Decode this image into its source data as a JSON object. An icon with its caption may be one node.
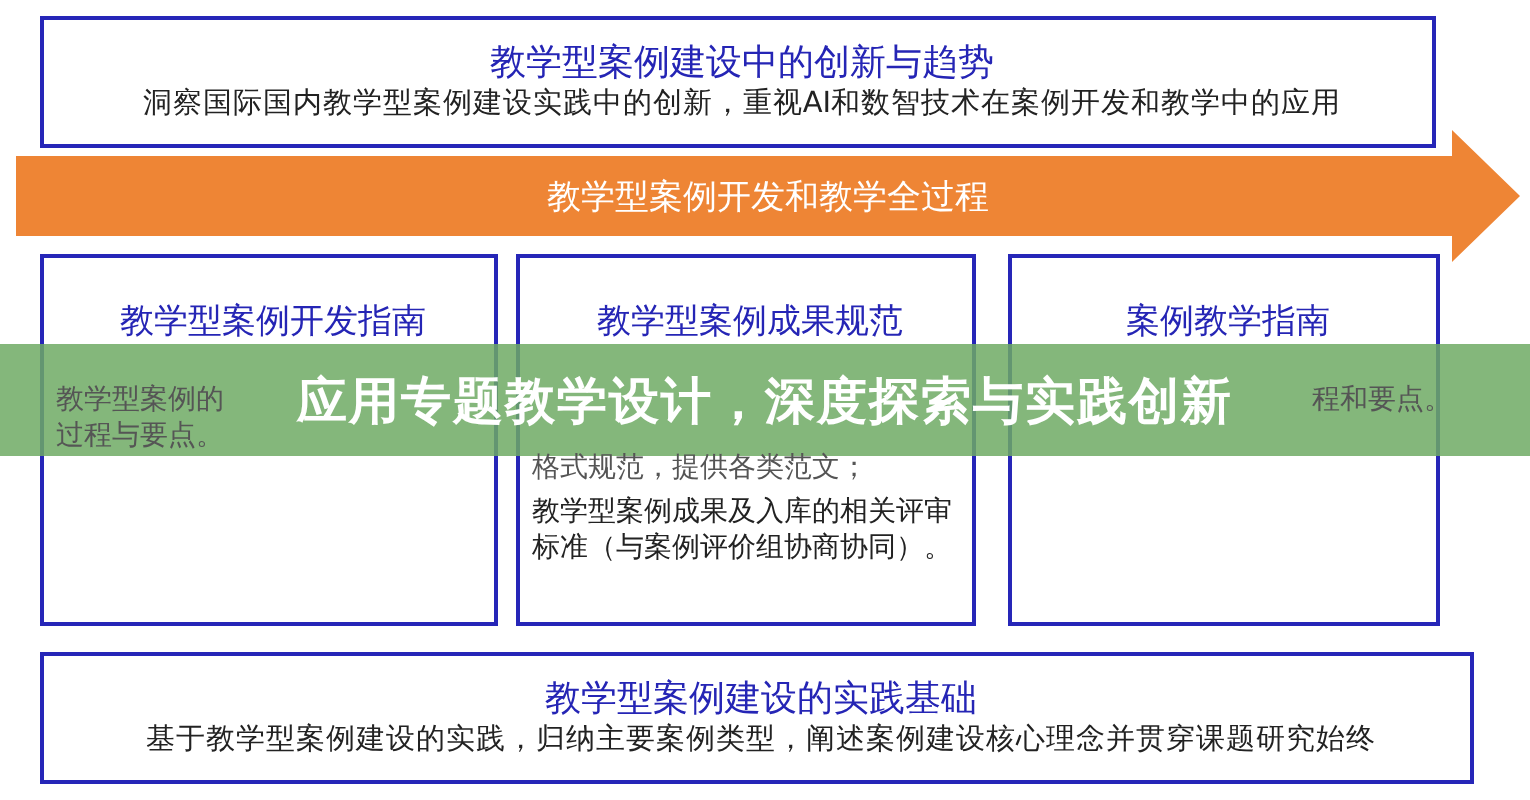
{
  "diagram": {
    "nodes": [
      {
        "text": [
          "教学型案例建设中的创新与趋势",
          "洞察国际国内教学型案例建设实践中的创新，重视AI和数智技术在案例开发和教学中的应用"
        ]
      },
      {
        "text": [
          "教学型案例开发和教学全过程"
        ]
      },
      {
        "text": [
          "教学型案例开发指南",
          "教学型案例的",
          "过程与要点。"
        ]
      },
      {
        "text": [
          "教学型案例成果规范",
          "格式规范，提供各类范文；",
          "教学型案例成果及入库的相关评审标准（与案例评价组协商协同）。"
        ]
      },
      {
        "text": [
          "案例教学指南",
          "程和要点。"
        ]
      },
      {
        "text": [
          "教学型案例建设的实践基础",
          "基于教学型案例建设的实践，归纳主要案例类型，阐述案例建设核心理念并贯穿课题研究始终"
        ]
      }
    ],
    "labels": [
      "应用专题教学设计，深度探索与实践创新"
    ]
  }
}
